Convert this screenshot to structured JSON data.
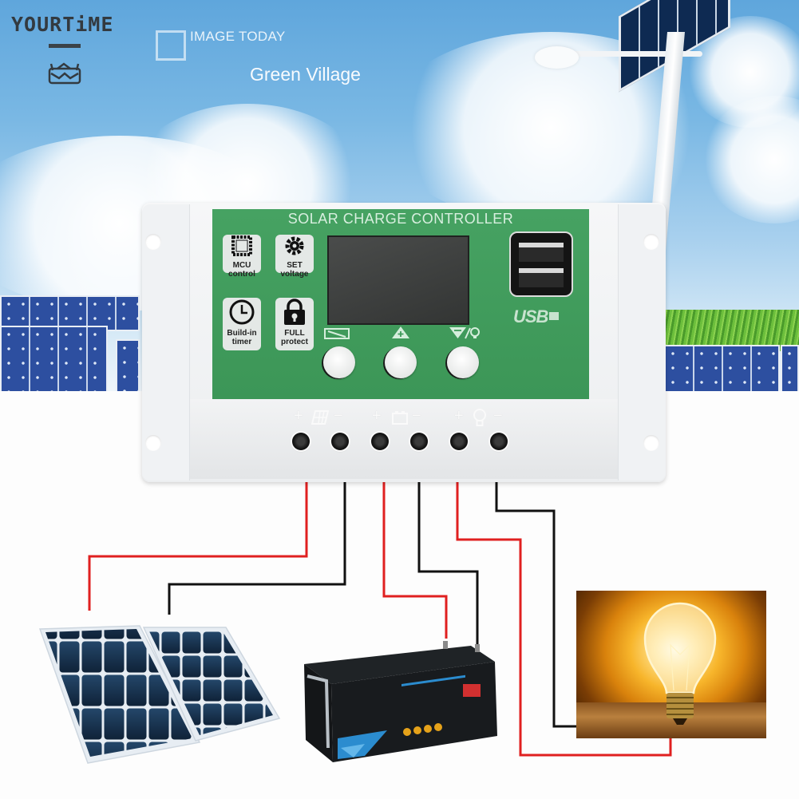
{
  "brand": {
    "name": "YOURTiME",
    "icon": "crab-robot-logo-icon"
  },
  "watermark": {
    "title": "IMAGE TODAY",
    "subtitle": "Green Village"
  },
  "controller": {
    "title": "SOLAR CHARGE CONTROLLER",
    "features": [
      {
        "icon": "chip-icon",
        "line1": "MCU",
        "line2": "control"
      },
      {
        "icon": "gear-icon",
        "line1": "SET",
        "line2": "voltage"
      },
      {
        "icon": "clock-icon",
        "line1": "Build-in",
        "line2": "timer"
      },
      {
        "icon": "lock-icon",
        "line1": "FULL",
        "line2": "protect"
      }
    ],
    "usb_label": "USB",
    "buttons": [
      {
        "name": "menu-button",
        "glyph_icon": "battery-display-icon",
        "glyph": "▭"
      },
      {
        "name": "plus-button",
        "glyph_icon": "triangle-plus-icon",
        "glyph": "▲+"
      },
      {
        "name": "minus-light-button",
        "glyph_icon": "triangle-minus-bulb-icon",
        "glyph": "▼/💡"
      }
    ],
    "terminals": [
      {
        "group": "solar",
        "icon": "solar-panel-icon",
        "plus": "+",
        "minus": "−"
      },
      {
        "group": "battery",
        "icon": "battery-icon",
        "plus": "+",
        "minus": "−"
      },
      {
        "group": "load",
        "icon": "bulb-icon",
        "plus": "+",
        "minus": "−"
      }
    ]
  },
  "diagram": {
    "components": [
      "solar panels",
      "battery",
      "light bulb load"
    ],
    "wire_colors": {
      "positive": "#e02020",
      "negative": "#111111"
    },
    "panel_color": "#1b3550",
    "face_color": "#3f9a5a"
  }
}
